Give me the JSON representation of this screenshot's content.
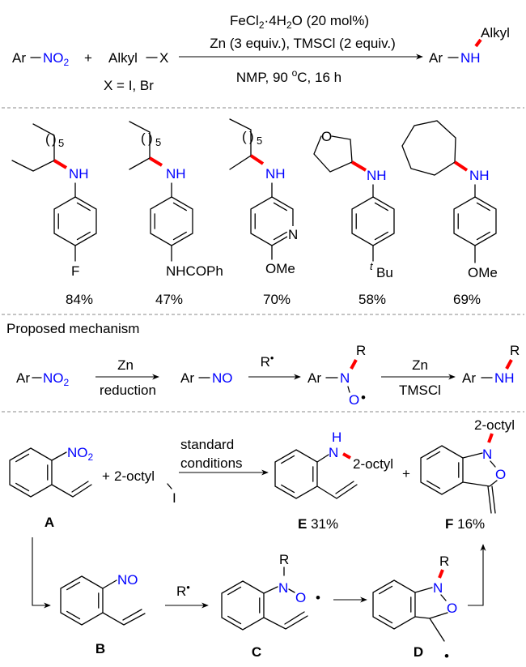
{
  "general_scheme": {
    "reactant1": {
      "ar": "Ar",
      "group": "NO",
      "sub": "2"
    },
    "plus": "+",
    "reactant2": {
      "alkyl": "Alkyl",
      "x": "X"
    },
    "x_note": "X = I, Br",
    "conditions": {
      "line1": {
        "a": "FeCl",
        "s1": "2",
        "b": "·4H",
        "s2": "2",
        "c": "O (20 mol%)"
      },
      "line2": "Zn (3 equiv.), TMSCl (2 equiv.)",
      "line3": {
        "a": "NMP, 90 ",
        "sup": "o",
        "b": "C, 16 h"
      }
    },
    "product": {
      "ar": "Ar",
      "nh": "NH",
      "alkyl": "Alkyl"
    }
  },
  "substrates": [
    {
      "nh": "NH",
      "repeat": "5",
      "paren_open": "(",
      "paren_close": ")",
      "para": "F",
      "yield": "84%"
    },
    {
      "nh": "NH",
      "repeat": "5",
      "paren_open": "(",
      "paren_close": ")",
      "para": "NHCOPh",
      "yield": "47%"
    },
    {
      "nh": "NH",
      "repeat": "5",
      "paren_open": "(",
      "paren_close": ")",
      "ring_n": "N",
      "para": "OMe",
      "yield": "70%"
    },
    {
      "nh": "NH",
      "ring_o": "O",
      "para_prefix": "t",
      "para": "Bu",
      "yield": "58%"
    },
    {
      "nh": "NH",
      "para": "OMe",
      "yield": "69%"
    }
  ],
  "mechanism": {
    "title": "Proposed mechanism",
    "s1": {
      "ar": "Ar",
      "group": "NO",
      "sub": "2"
    },
    "step1": {
      "above": "Zn",
      "below": "reduction"
    },
    "s2": {
      "ar": "Ar",
      "group": "NO"
    },
    "step2": {
      "above": "R",
      "radical": "•"
    },
    "s3": {
      "ar": "Ar",
      "n": "N",
      "r": "R",
      "o": "O",
      "radical": "•"
    },
    "step3": {
      "above": "Zn",
      "below": "TMSCl"
    },
    "s4": {
      "ar": "Ar",
      "nh": "NH",
      "r": "R"
    }
  },
  "probe": {
    "A": {
      "no2": "NO",
      "sub": "2",
      "label": "A"
    },
    "reagent": {
      "plus": "+",
      "name": "2-octyl",
      "halide": "I"
    },
    "conditions": {
      "line1": "standard",
      "line2": "conditions"
    },
    "E": {
      "h": "H",
      "n": "N",
      "alkyl": "2-octyl",
      "label": "E",
      "yield": "31%"
    },
    "plus": "+",
    "F": {
      "alkyl": "2-octyl",
      "n": "N",
      "o": "O",
      "label": "F",
      "yield": "16%"
    },
    "B": {
      "no": "NO",
      "label": "B"
    },
    "step_BC": {
      "r": "R",
      "radical": "•"
    },
    "C": {
      "r": "R",
      "n": "N",
      "o": "O",
      "radical": "•",
      "label": "C"
    },
    "D": {
      "r": "R",
      "n": "N",
      "o": "O",
      "radical": "•",
      "label": "D"
    }
  },
  "colors": {
    "heteroatom": "#0000ff",
    "new_bond": "#ff0000"
  }
}
